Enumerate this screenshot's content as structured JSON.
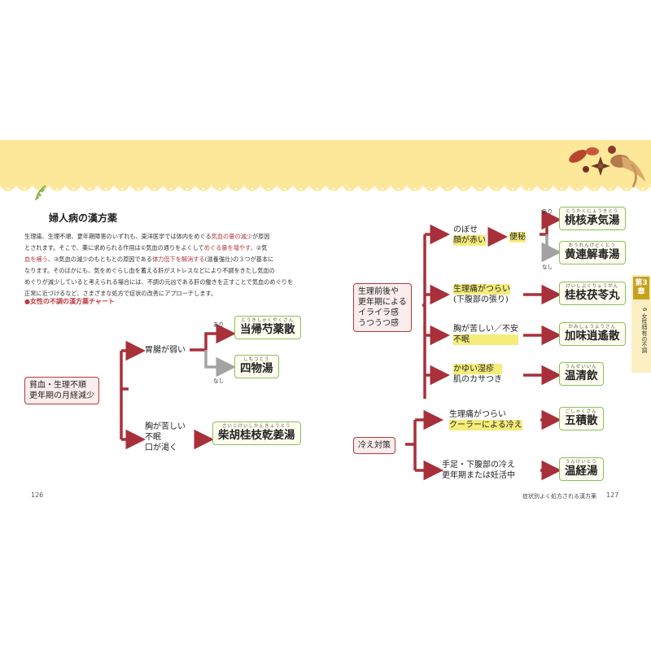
{
  "header": {
    "section_icon": "herb-leaf-icon",
    "title": "婦人病の漢方薬",
    "decoration": "dried-herbs-icon"
  },
  "body": {
    "lines": [
      [
        "生理痛、生理不順、更年期障害のいずれも、東洋医学では体内をめぐる",
        "気血の量の減少",
        "が原因"
      ],
      [
        "とされます。そこで、薬に求められる作用は①気血の通りをよくして",
        "めぐる量を増やす",
        "、②気"
      ],
      [
        "血を補う",
        "、③気血の減少のもともとの原因である",
        "体力低下を解消する",
        "(滋養強壮)の３つが基本に"
      ],
      [
        "なります。そのほかにも、気をめぐらし血を蓄える肝がストレスなどにより不調をきたし気血の"
      ],
      [
        "めぐりが減少していると考えられる場合には、不調の元凶である肝の働きを正すことで気血のめぐりを"
      ],
      [
        "正常に近づけるなど、さまざまな処方で症状の改善にアプローチします。"
      ]
    ]
  },
  "subheading": "●女性の不調の漢方薬チャート",
  "left_chart": {
    "root": [
      "貧血・生理不順",
      "更年期の月経減少"
    ],
    "cond1": "胃腸が弱い",
    "yes": "あり",
    "no": "なし",
    "cond2": [
      "胸が苦しい",
      "不眠",
      "口が渇く"
    ],
    "r1": {
      "ruby": "とうきしゃくやくさん",
      "name": "当帰芍薬散"
    },
    "r2": {
      "ruby": "しもつとう",
      "name": "四物湯"
    },
    "r3": {
      "ruby": "さいこけいしかんきょうとう",
      "name": "柴胡桂枝乾姜湯"
    }
  },
  "right_chart": {
    "root": [
      "生理前後や",
      "更年期による",
      "イライラ感",
      "うつうつ感"
    ],
    "c1": [
      "のぼせ",
      "顔が赤い"
    ],
    "c1b": "便秘",
    "yes": "あり",
    "no": "なし",
    "c2": [
      "生理痛がつらい",
      "(下腹部の張り)"
    ],
    "c3": [
      "胸が苦しい／不安",
      "不眠"
    ],
    "c4": [
      "かゆい湿疹",
      "肌のカサつき"
    ],
    "r1": {
      "ruby": "とうかくじょうきとう",
      "name": "桃核承気湯"
    },
    "r2": {
      "ruby": "おうれんげどくとう",
      "name": "黄連解毒湯"
    },
    "r3": {
      "ruby": "けいしぶくりょうがん",
      "name": "桂枝茯苓丸"
    },
    "r4": {
      "ruby": "かみしょうようさん",
      "name": "加味逍遙散"
    },
    "r5": {
      "ruby": "うんせいいん",
      "name": "温清飲"
    },
    "root2": "冷え対策",
    "c5": [
      "生理痛がつらい",
      "クーラーによる冷え"
    ],
    "c6": [
      "手足・下腹部の冷え",
      "更年期または妊活中"
    ],
    "r6": {
      "ruby": "ごしゃくさん",
      "name": "五積散"
    },
    "r7": {
      "ruby": "うんけいとう",
      "name": "温経湯"
    }
  },
  "footer": {
    "left_page": "126",
    "running_title": "症状別よく処方される漢方薬",
    "right_page": "127"
  },
  "chapter_tab": {
    "label": "第3章",
    "section": "6 女性特有の不調"
  },
  "colors": {
    "band": "#fde89a",
    "accent_red": "#b43a3c",
    "green_border": "#8bbf5f",
    "highlight": "#f5ec7a",
    "gold": "#c8a21d"
  }
}
